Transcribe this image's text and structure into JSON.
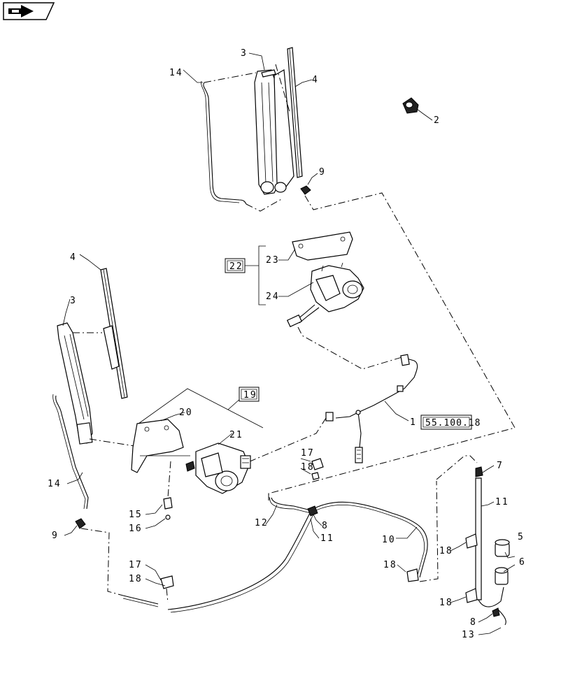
{
  "nav": {
    "icon": "arrow-next-icon"
  },
  "callouts": {
    "c1": "1",
    "c2": "2",
    "c3a": "3",
    "c3b": "3",
    "c4a": "4",
    "c4b": "4",
    "c5": "5",
    "c6": "6",
    "c7": "7",
    "c8a": "8",
    "c8b": "8",
    "c9a": "9",
    "c9b": "9",
    "c10": "10",
    "c11a": "11",
    "c11b": "11",
    "c12": "12",
    "c13": "13",
    "c14a": "14",
    "c14b": "14",
    "c15": "15",
    "c16": "16",
    "c17a": "17",
    "c17b": "17",
    "c18a": "18",
    "c18b": "18",
    "c18c": "18",
    "c18d": "18",
    "c18e": "18",
    "c19": "19",
    "c20": "20",
    "c21": "21",
    "c22": "22",
    "c23": "23",
    "c24": "24"
  },
  "reference": {
    "ref_1": "55.100.18"
  }
}
